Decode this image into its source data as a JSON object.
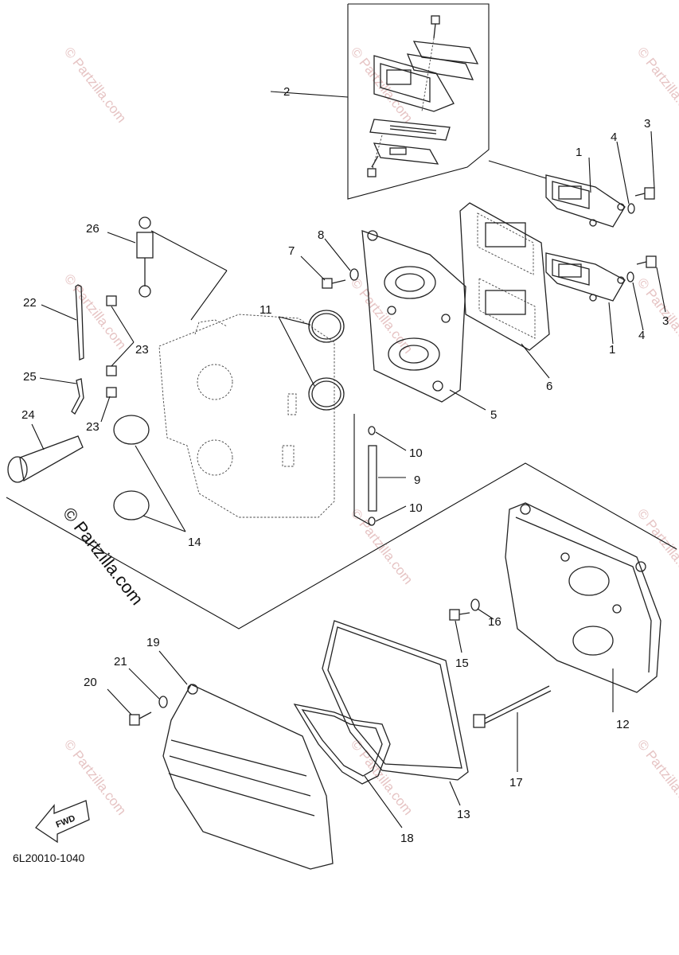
{
  "diagram": {
    "code": "6L20010-1040",
    "fwd_label": "FWD",
    "watermark": "© Partzilla.com",
    "callouts": {
      "c1a": "1",
      "c1b": "1",
      "c2": "2",
      "c3a": "3",
      "c3b": "3",
      "c4a": "4",
      "c4b": "4",
      "c5": "5",
      "c6": "6",
      "c7": "7",
      "c8": "8",
      "c9": "9",
      "c10a": "10",
      "c10b": "10",
      "c11": "11",
      "c12": "12",
      "c13": "13",
      "c14": "14",
      "c15": "15",
      "c16": "16",
      "c17": "17",
      "c18": "18",
      "c19": "19",
      "c20": "20",
      "c21": "21",
      "c22": "22",
      "c23a": "23",
      "c23b": "23",
      "c24": "24",
      "c25": "25",
      "c26": "26"
    }
  }
}
